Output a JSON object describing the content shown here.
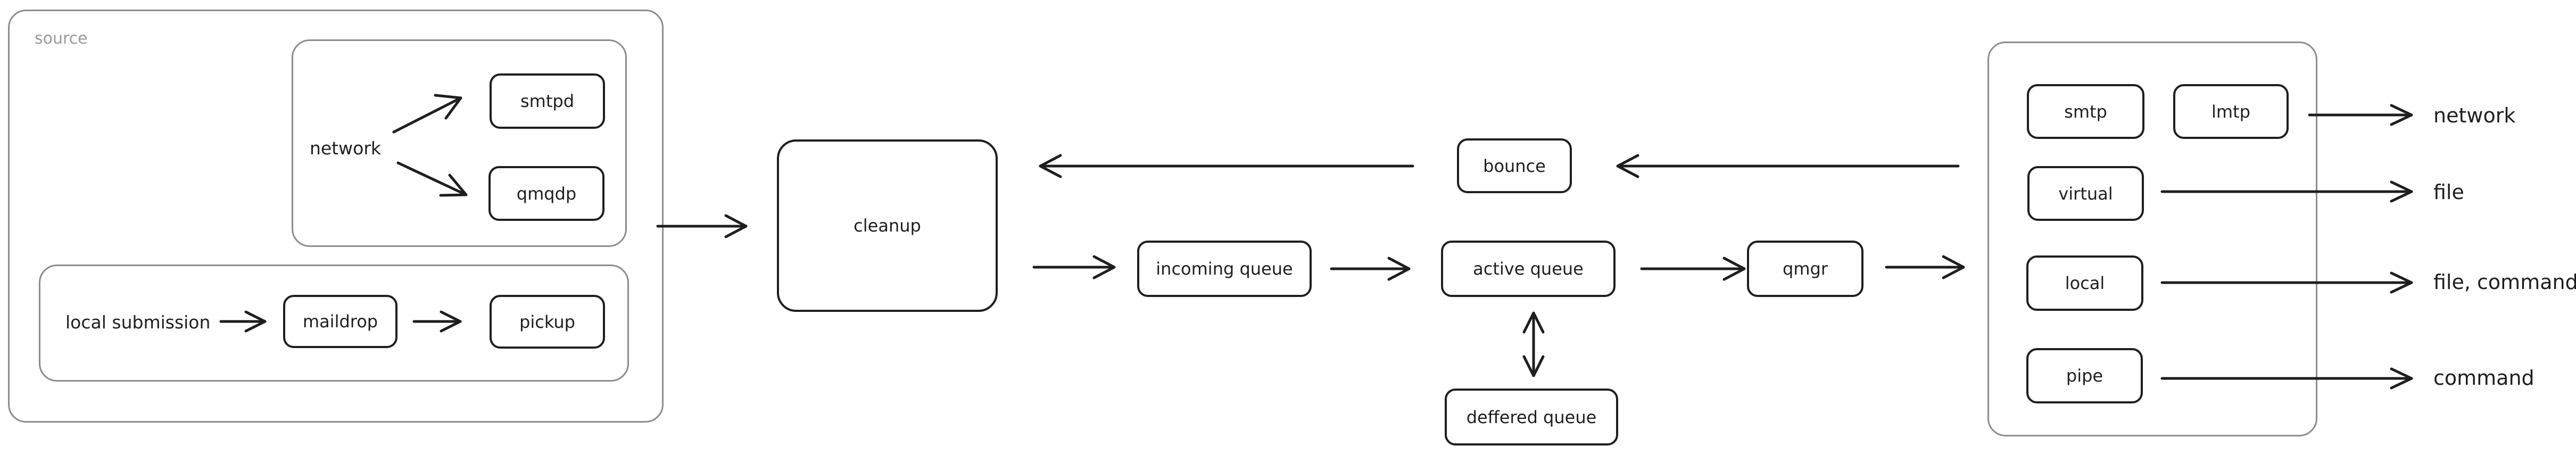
{
  "groups": {
    "source": "source"
  },
  "nodes": {
    "smtpd": "smtpd",
    "qmqdp": "qmqdp",
    "maildrop": "maildrop",
    "pickup": "pickup",
    "cleanup": "cleanup",
    "incoming_queue": "incoming queue",
    "active_queue": "active queue",
    "deferred_queue": "deffered queue",
    "qmgr": "qmgr",
    "bounce": "bounce",
    "smtp": "smtp",
    "lmtp": "lmtp",
    "virtual": "virtual",
    "local": "local",
    "pipe": "pipe"
  },
  "labels": {
    "network_in": "network",
    "local_submission": "local submission",
    "network_out": "network",
    "file": "file",
    "file_command": "file, command",
    "command": "command"
  },
  "colors": {
    "stroke": "#1e1e1e",
    "group_border": "#8c8c8c",
    "group_label": "#9a9a9a",
    "background": "#ffffff"
  }
}
